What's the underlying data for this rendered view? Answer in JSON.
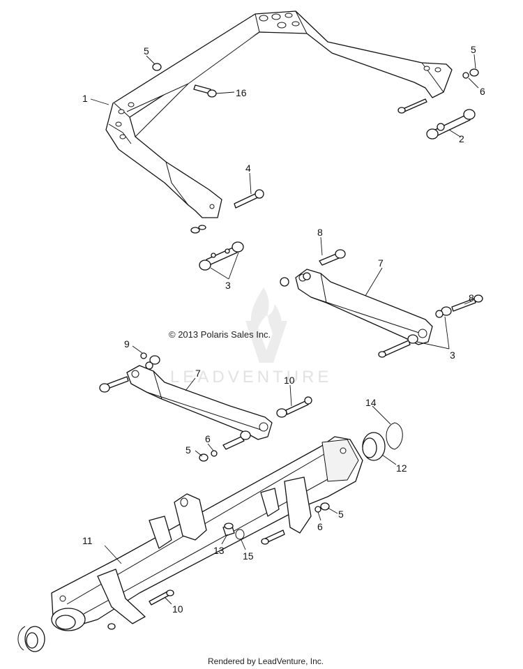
{
  "copyright": "© 2013 Polaris Sales Inc.",
  "watermark": "LEADVENTURE",
  "footer": "Rendered by LeadVenture, Inc.",
  "callouts": [
    {
      "id": "c1",
      "label": "1"
    },
    {
      "id": "c2",
      "label": "2"
    },
    {
      "id": "c3a",
      "label": "3"
    },
    {
      "id": "c3b",
      "label": "3"
    },
    {
      "id": "c4",
      "label": "4"
    },
    {
      "id": "c5a",
      "label": "5"
    },
    {
      "id": "c5b",
      "label": "5"
    },
    {
      "id": "c5c",
      "label": "5"
    },
    {
      "id": "c5d",
      "label": "5"
    },
    {
      "id": "c6a",
      "label": "6"
    },
    {
      "id": "c6b",
      "label": "6"
    },
    {
      "id": "c6c",
      "label": "6"
    },
    {
      "id": "c7a",
      "label": "7"
    },
    {
      "id": "c7b",
      "label": "7"
    },
    {
      "id": "c8a",
      "label": "8"
    },
    {
      "id": "c8b",
      "label": "8"
    },
    {
      "id": "c9",
      "label": "9"
    },
    {
      "id": "c10a",
      "label": "10"
    },
    {
      "id": "c10b",
      "label": "10"
    },
    {
      "id": "c11",
      "label": "11"
    },
    {
      "id": "c12",
      "label": "12"
    },
    {
      "id": "c13",
      "label": "13"
    },
    {
      "id": "c14",
      "label": "14"
    },
    {
      "id": "c15",
      "label": "15"
    },
    {
      "id": "c16",
      "label": "16"
    }
  ]
}
